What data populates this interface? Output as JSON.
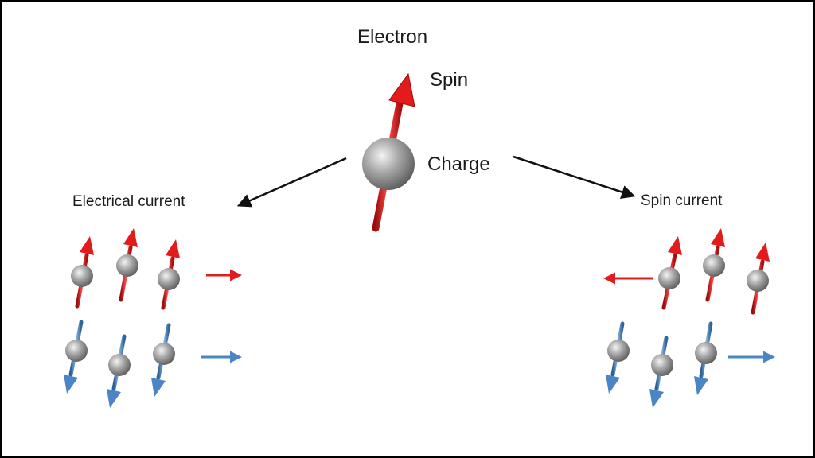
{
  "diagram": {
    "labels": {
      "electron": "Electron",
      "spin": "Spin",
      "charge": "Charge",
      "electrical_current": "Electrical current",
      "spin_current": "Spin current"
    },
    "colors": {
      "spin_up": "#e21b1b",
      "spin_down": "#4a86c5",
      "connector": "#111111",
      "sphere": "#8c8c8c",
      "border": "#000000"
    }
  }
}
